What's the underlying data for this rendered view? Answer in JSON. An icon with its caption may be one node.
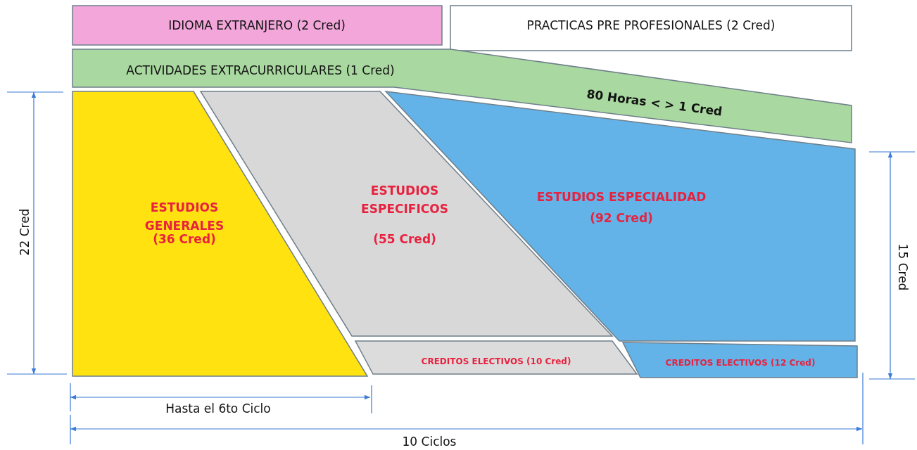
{
  "diagram": {
    "nodes": [
      {
        "text": [
          "IDIOMA EXTRANJERO (2 Cred)"
        ]
      },
      {
        "text": [
          "PRACTICAS PRE PROFESIONALES (2 Cred)"
        ]
      },
      {
        "text": [
          "ACTIVIDADES EXTRACURRICULARES (1 Cred)",
          "80 Horas < > 1 Cred"
        ]
      },
      {
        "text": [
          "ESTUDIOS GENERALES",
          "(36 Cred)"
        ]
      },
      {
        "text": [
          "ESTUDIOS ESPECIFICOS",
          "(55 Cred)"
        ]
      },
      {
        "text": [
          "ESTUDIOS ESPECIALIDAD",
          "(92 Cred)"
        ]
      },
      {
        "text": [
          "CREDITOS ELECTIVOS (10 Cred)"
        ]
      },
      {
        "text": [
          "CREDITOS ELECTIVOS (12 Cred)"
        ]
      }
    ],
    "labels": [
      "22 Cred",
      "15 Cred",
      "Hasta el 6to Ciclo",
      "10 Ciclos"
    ]
  }
}
